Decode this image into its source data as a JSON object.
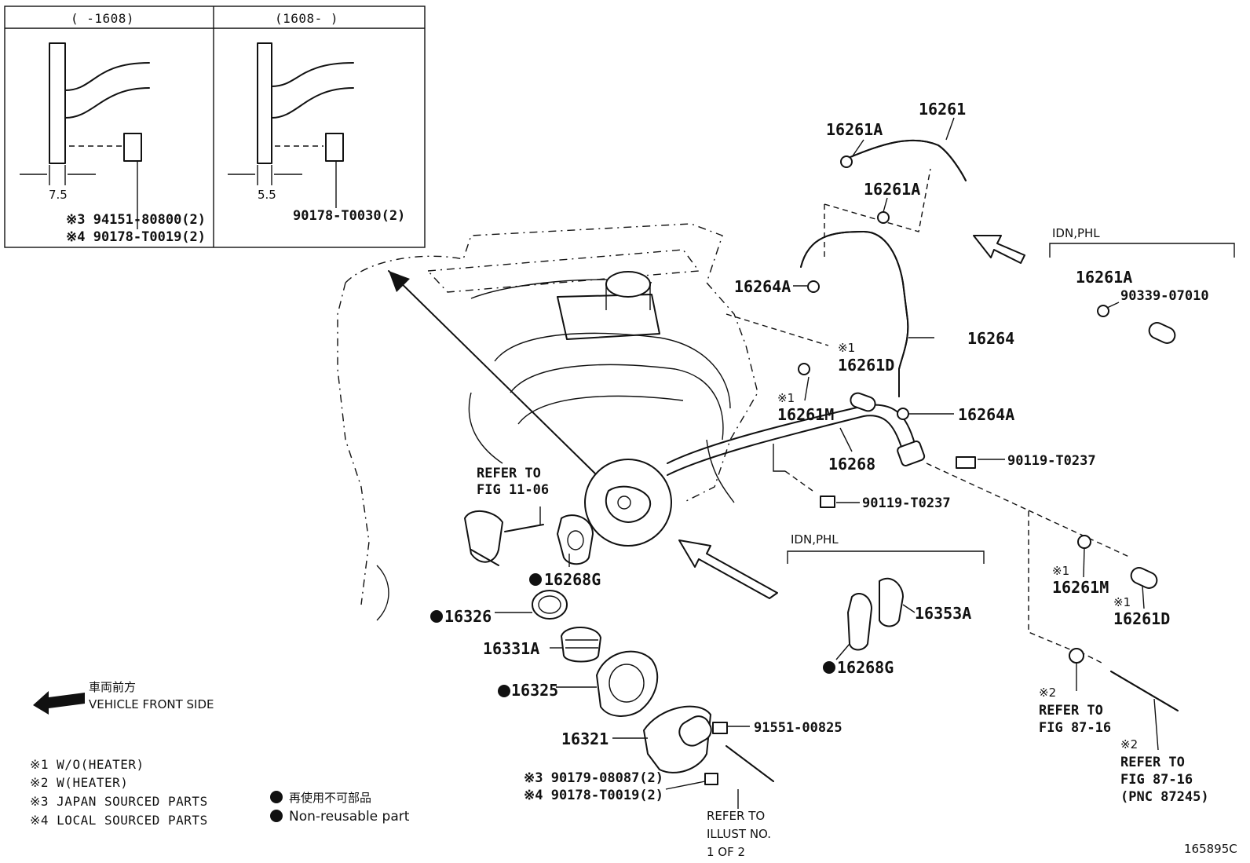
{
  "inset": {
    "left_header": "(      -1608)",
    "right_header": "(1608-      )",
    "left_dim": "7.5",
    "right_dim": "5.5",
    "left_part_a": "※3 94151-80800(2)",
    "left_part_b": "※4 90178-T0019(2)",
    "right_part": "90178-T0030(2)"
  },
  "parts": {
    "p16261A_top": "16261A",
    "p16261": "16261",
    "p16261A_mid": "16261A",
    "p16264A_upper": "16264A",
    "p16264": "16264",
    "p16261D_note": "※1",
    "p16261D": "16261D",
    "p16261M_note": "※1",
    "p16261M": "16261M",
    "p16264A_lower": "16264A",
    "p16268": "16268",
    "p90119_right": "90119-T0237",
    "p90119_lower": "90119-T0237",
    "refer_fig_1106_a": "REFER TO",
    "refer_fig_1106_b": "FIG 11-06",
    "p16268G_upper": "16268G",
    "p16326": "16326",
    "p16331A": "16331A",
    "p16325": "16325",
    "p16321": "16321",
    "p91551": "91551-00825",
    "p90179_bolt_a": "※3 90179-08087(2)",
    "p90179_bolt_b": "※4 90178-T0019(2)",
    "refer_illust_a": "REFER TO",
    "refer_illust_b": "ILLUST NO.",
    "refer_illust_c": "1 OF 2",
    "p16353A": "16353A",
    "p16268G_lower": "16268G",
    "idn_phl_lower": "IDN,PHL",
    "idn_phl_upper": "IDN,PHL",
    "p16261A_idn": "16261A",
    "p90339": "90339-07010",
    "p16261M_right_note": "※1",
    "p16261M_right": "16261M",
    "p16261D_right_note": "※1",
    "p16261D_right": "16261D",
    "refer_8716_note": "※2",
    "refer_8716_a": "REFER TO",
    "refer_8716_b": "FIG 87-16",
    "refer_8716_pnc_note": "※2",
    "refer_8716_pnc_a": "REFER TO",
    "refer_8716_pnc_b": "FIG 87-16",
    "refer_8716_pnc_c": "(PNC 87245)"
  },
  "legend": {
    "front_jp": "車両前方",
    "front_en": "VEHICLE FRONT SIDE",
    "note1": "※1 W/O(HEATER)",
    "note2": "※2 W(HEATER)",
    "note3": "※3 JAPAN SOURCED PARTS",
    "note4": "※4 LOCAL SOURCED PARTS",
    "nonreuse_jp": "再使用不可部品",
    "nonreuse_en": "Non-reusable part"
  },
  "figure_id": "165895C"
}
